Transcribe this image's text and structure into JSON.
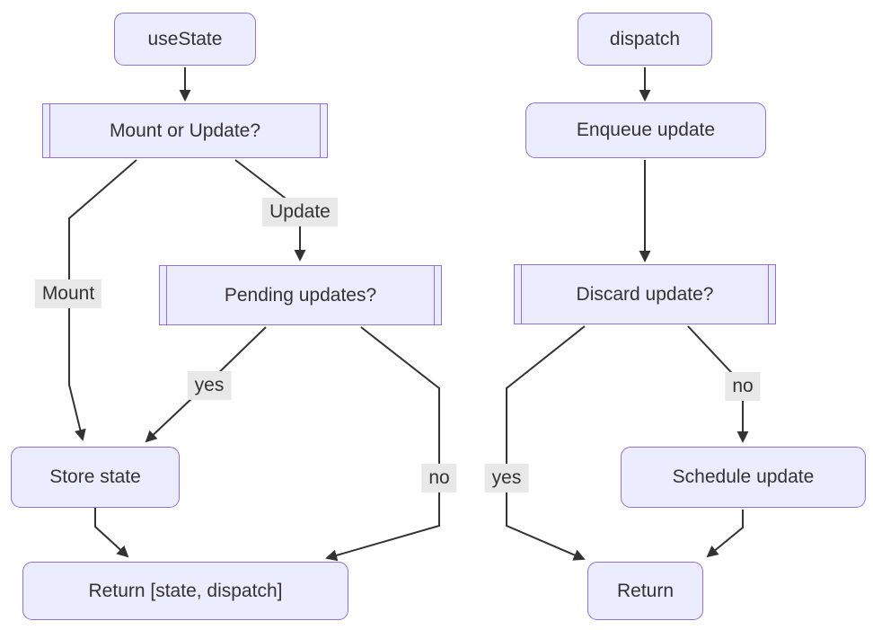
{
  "diagram": {
    "type": "flowchart",
    "direction": "top-to-bottom",
    "colors": {
      "node_fill": "#ECECFF",
      "node_border": "#9370DB",
      "edge": "#333333",
      "label_bg": "#e8e8e8",
      "text": "#333333",
      "background": "#ffffff"
    },
    "nodes": [
      {
        "id": "useState",
        "label": "useState",
        "shape": "rounded"
      },
      {
        "id": "mountOrUpdate",
        "label": "Mount or Update?",
        "shape": "subroutine"
      },
      {
        "id": "pendingUpdates",
        "label": "Pending updates?",
        "shape": "subroutine"
      },
      {
        "id": "storeState",
        "label": "Store state",
        "shape": "rounded"
      },
      {
        "id": "returnState",
        "label": "Return [state, dispatch]",
        "shape": "rounded"
      },
      {
        "id": "dispatch",
        "label": "dispatch",
        "shape": "rounded"
      },
      {
        "id": "enqueueUpdate",
        "label": "Enqueue update",
        "shape": "rounded"
      },
      {
        "id": "discardUpdate",
        "label": "Discard update?",
        "shape": "subroutine"
      },
      {
        "id": "scheduleUpdate",
        "label": "Schedule update",
        "shape": "rounded"
      },
      {
        "id": "returnNode",
        "label": "Return",
        "shape": "rounded"
      }
    ],
    "edges": [
      {
        "from": "useState",
        "to": "mountOrUpdate",
        "label": ""
      },
      {
        "from": "mountOrUpdate",
        "to": "storeState",
        "label": "Mount"
      },
      {
        "from": "mountOrUpdate",
        "to": "pendingUpdates",
        "label": "Update"
      },
      {
        "from": "pendingUpdates",
        "to": "storeState",
        "label": "yes"
      },
      {
        "from": "pendingUpdates",
        "to": "returnState",
        "label": "no"
      },
      {
        "from": "storeState",
        "to": "returnState",
        "label": ""
      },
      {
        "from": "dispatch",
        "to": "enqueueUpdate",
        "label": ""
      },
      {
        "from": "enqueueUpdate",
        "to": "discardUpdate",
        "label": ""
      },
      {
        "from": "discardUpdate",
        "to": "returnNode",
        "label": "yes"
      },
      {
        "from": "discardUpdate",
        "to": "scheduleUpdate",
        "label": "no"
      },
      {
        "from": "scheduleUpdate",
        "to": "returnNode",
        "label": ""
      }
    ]
  }
}
